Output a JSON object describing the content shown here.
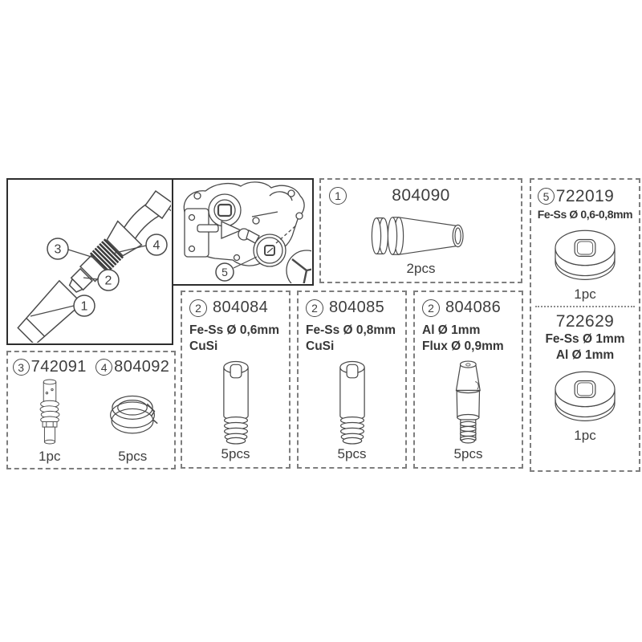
{
  "palette": {
    "background": "#ffffff",
    "ink": "#3e3e3e",
    "line_art_stroke": "#4a4a4a",
    "solid_border": "#2d2d2d",
    "dashed_border": "#7e7e7e"
  },
  "torch_panel": {
    "callout_nozzle": "1",
    "callout_contact_tip": "2",
    "callout_tip_holder": "3",
    "callout_spring": "4"
  },
  "feeder_panel": {
    "callout_feed_roller": "5"
  },
  "parts": {
    "nozzle": {
      "callout": "1",
      "number": "804090",
      "qty": "2pcs"
    },
    "tip_holder": {
      "callout": "3",
      "number": "742091",
      "qty": "1pc"
    },
    "spring": {
      "callout": "4",
      "number": "804092",
      "qty": "5pcs"
    },
    "tip_06": {
      "callout": "2",
      "number": "804084",
      "spec1": "Fe-Ss Ø 0,6mm",
      "spec2": "CuSi",
      "qty": "5pcs"
    },
    "tip_08": {
      "callout": "2",
      "number": "804085",
      "spec1": "Fe-Ss Ø 0,8mm",
      "spec2": "CuSi",
      "qty": "5pcs"
    },
    "tip_alu": {
      "callout": "2",
      "number": "804086",
      "spec1": "Al Ø 1mm",
      "spec2": "Flux Ø 0,9mm",
      "qty": "5pcs"
    },
    "roller_steel": {
      "callout": "5",
      "number": "722019",
      "spec1": "Fe-Ss Ø 0,6-0,8mm",
      "qty": "1pc"
    },
    "roller_alu": {
      "number": "722629",
      "spec1": "Fe-Ss Ø 1mm",
      "spec2": "Al Ø 1mm",
      "qty": "1pc"
    }
  }
}
